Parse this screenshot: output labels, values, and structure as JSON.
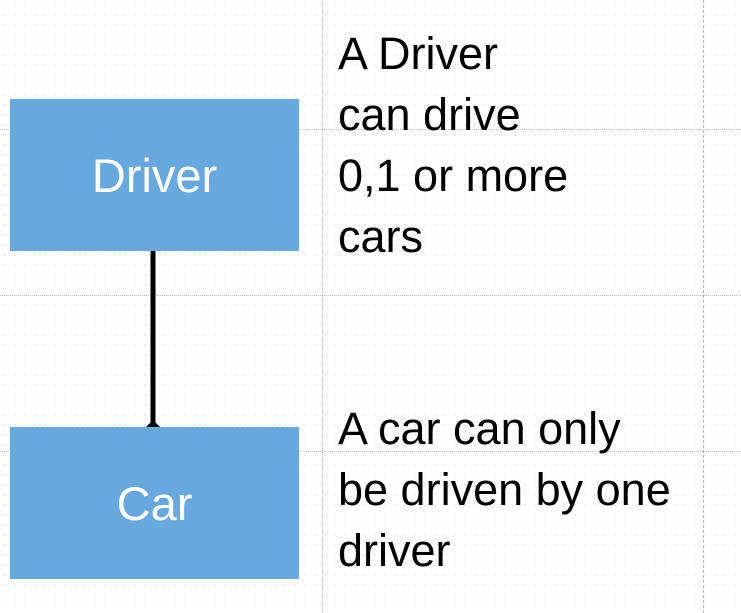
{
  "entities": {
    "driver": {
      "label": "Driver"
    },
    "car": {
      "label": "Car"
    }
  },
  "notes": {
    "driver_cardinality": [
      "A Driver",
      "can drive",
      "0,1 or more",
      "cars"
    ],
    "car_cardinality": [
      "A car can only",
      "be driven by one",
      "driver"
    ]
  },
  "colors": {
    "entity_fill": "#67a8de",
    "entity_text": "#ffffff",
    "connector": "#000000",
    "note_text": "#000000"
  }
}
